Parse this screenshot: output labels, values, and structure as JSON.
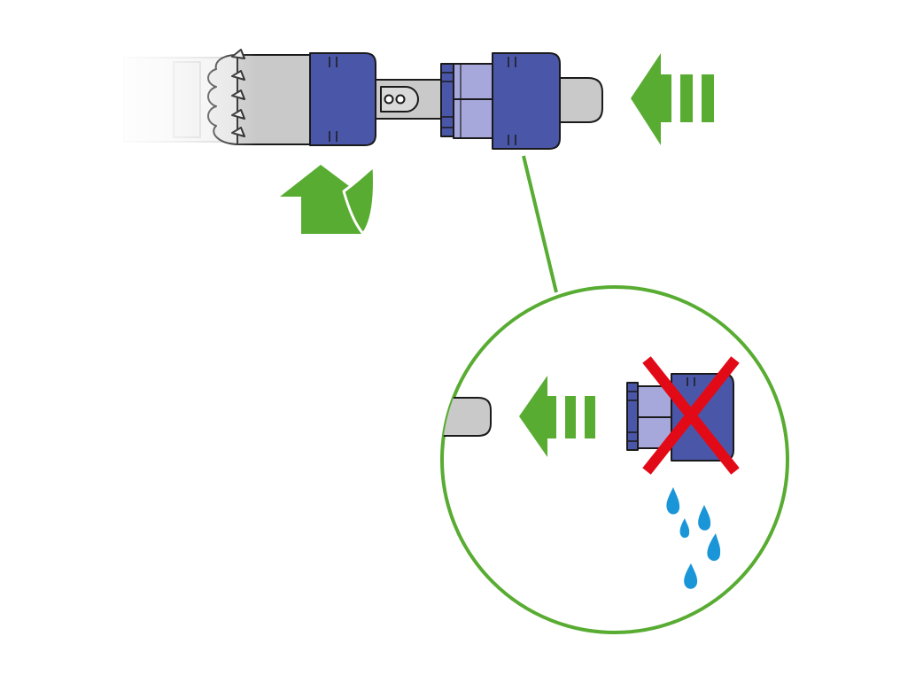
{
  "figure": {
    "kind": "instruction-illustration",
    "subject": "handle-removal-from-tool",
    "step_icon": "rotate-then-pull-arrow",
    "push_direction": "left",
    "detail_callout": {
      "icon": "prohibited-x",
      "warning": "water-drops"
    }
  },
  "colors": {
    "green": "#58ac32",
    "navy": "#4a57a8",
    "lavender": "#a6a8dc",
    "grey": "#c9c9c9",
    "outline": "#1a1a1a",
    "red": "#e30a17",
    "water": "#1a96d8"
  }
}
